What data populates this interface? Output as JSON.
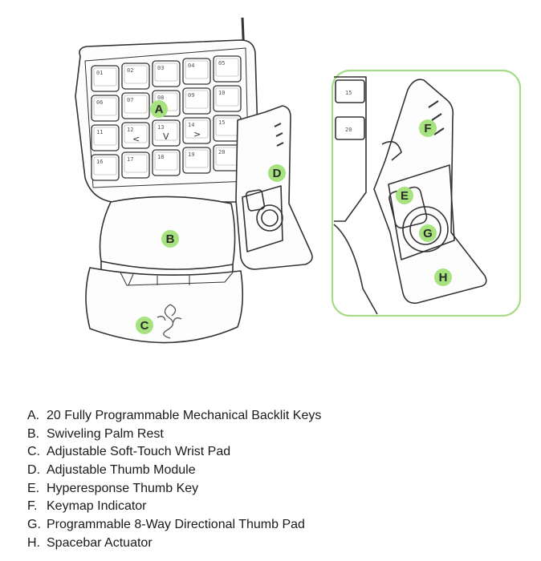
{
  "diagram": {
    "keys": [
      "01",
      "02",
      "03",
      "04",
      "05",
      "06",
      "07",
      "08",
      "09",
      "10",
      "11",
      "12",
      "13",
      "14",
      "15",
      "16",
      "17",
      "18",
      "19",
      "20"
    ],
    "arrows": {
      "left": "<",
      "down": "V",
      "right": ">"
    },
    "inset_keys": [
      "15",
      "20"
    ],
    "callouts": [
      {
        "letter": "A",
        "color": "#a6e27e"
      },
      {
        "letter": "B",
        "color": "#a6e27e"
      },
      {
        "letter": "C",
        "color": "#a6e27e"
      },
      {
        "letter": "D",
        "color": "#a6e27e"
      },
      {
        "letter": "E",
        "color": "#a6e27e"
      },
      {
        "letter": "F",
        "color": "#a6e27e"
      },
      {
        "letter": "G",
        "color": "#a6e27e"
      },
      {
        "letter": "H",
        "color": "#a6e27e"
      }
    ],
    "inset_border_color": "#a8db87"
  },
  "legend": [
    {
      "letter": "A.",
      "text": "20 Fully Programmable Mechanical Backlit Keys"
    },
    {
      "letter": "B.",
      "text": "Swiveling Palm Rest"
    },
    {
      "letter": "C.",
      "text": "Adjustable Soft-Touch Wrist Pad"
    },
    {
      "letter": "D.",
      "text": "Adjustable Thumb Module"
    },
    {
      "letter": "E.",
      "text": "Hyperesponse Thumb Key"
    },
    {
      "letter": "F.",
      "text": "Keymap Indicator"
    },
    {
      "letter": "G.",
      "text": "Programmable 8-Way Directional Thumb Pad"
    },
    {
      "letter": "H.",
      "text": "Spacebar Actuator"
    }
  ]
}
